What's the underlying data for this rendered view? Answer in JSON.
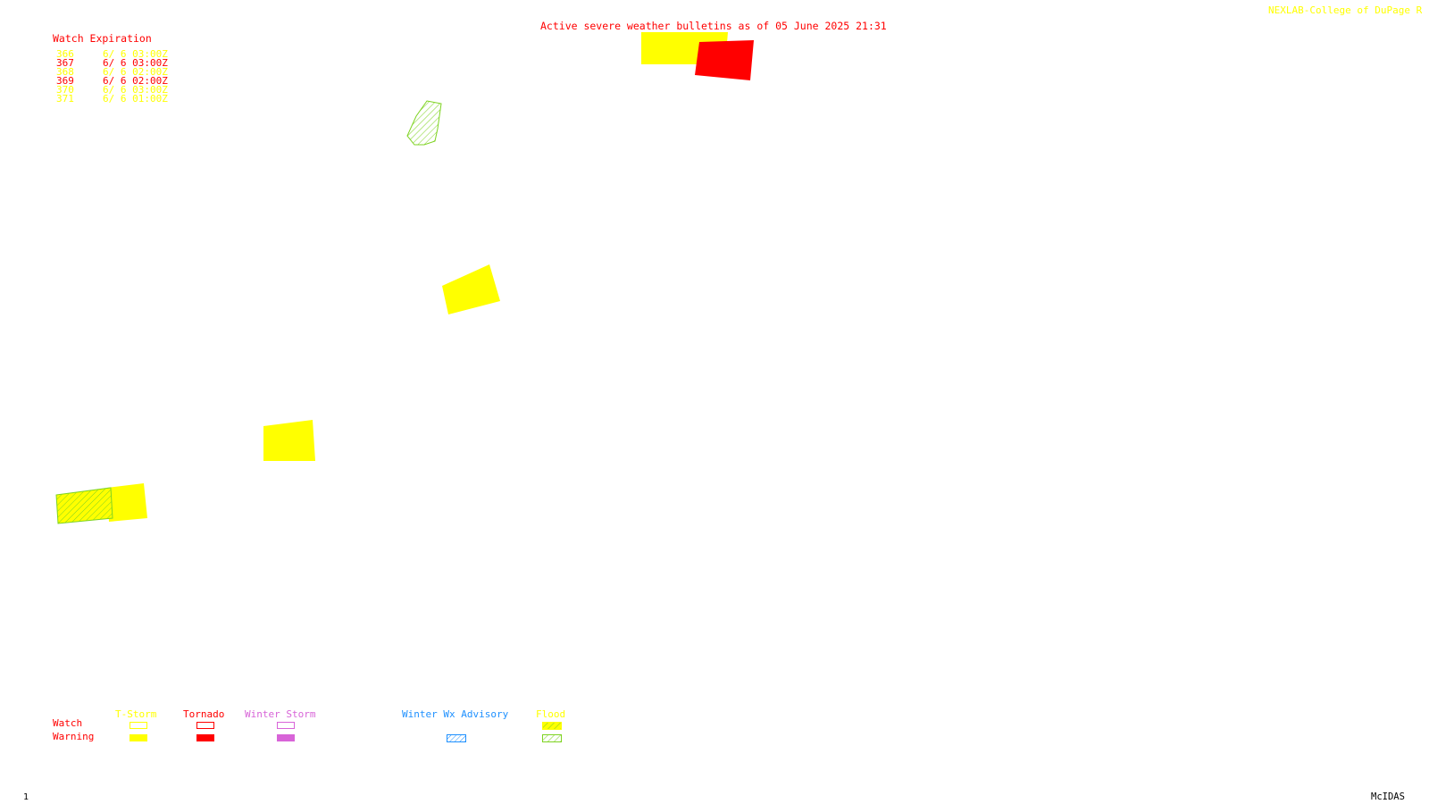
{
  "header": {
    "title": "Active severe weather bulletins as of 05 June 2025 21:31",
    "credit": "NEXLAB-College of DuPage R"
  },
  "watch_expiration": {
    "heading": "Watch Expiration",
    "rows": [
      {
        "id": "366",
        "time": "6/ 6 03:00Z",
        "color": "#ffff00"
      },
      {
        "id": "367",
        "time": "6/ 6 03:00Z",
        "color": "#ff0000"
      },
      {
        "id": "368",
        "time": "6/ 6 02:00Z",
        "color": "#ffff00"
      },
      {
        "id": "369",
        "time": "6/ 6 02:00Z",
        "color": "#ff0000"
      },
      {
        "id": "370",
        "time": "6/ 6 03:00Z",
        "color": "#ffff00"
      },
      {
        "id": "371",
        "time": "6/ 6 01:00Z",
        "color": "#ffff00"
      }
    ]
  },
  "legend": {
    "row_labels": {
      "watch": "Watch",
      "warning": "Warning"
    },
    "columns": [
      {
        "label": "T-Storm",
        "color": "#ffff00"
      },
      {
        "label": "Tornado",
        "color": "#ff0000"
      },
      {
        "label": "Winter Storm",
        "color": "#d864d8"
      },
      {
        "label": "Winter Wx Advisory",
        "color": "#1e90ff"
      },
      {
        "label": "Flood",
        "color": "#7ed321"
      }
    ]
  },
  "footer": {
    "frame_number": "1",
    "software": "McIDAS"
  },
  "colors": {
    "tstorm_warning": "#ffff00",
    "tornado_warning": "#ff0000",
    "flood_warning": "#7ed321"
  }
}
